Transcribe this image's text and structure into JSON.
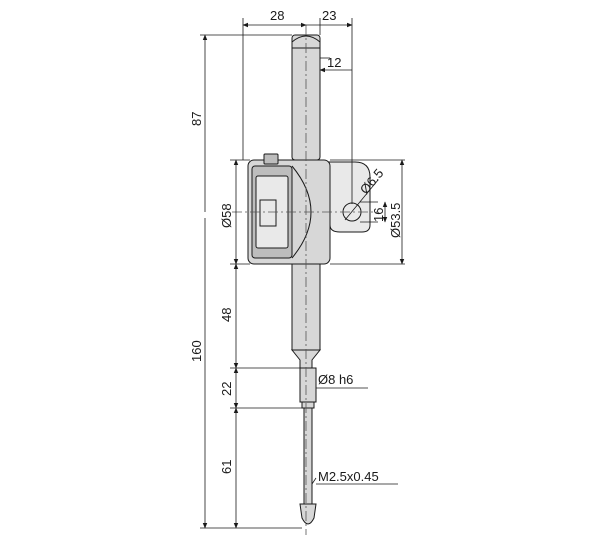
{
  "dimensions": {
    "top_left_width": "28",
    "top_right_width": "23",
    "stem_offset": "12",
    "overall_top_height": "87",
    "dial_diameter": "Ø58",
    "lug_hole": "Ø6.5",
    "lug_height": "16",
    "back_diameter": "Ø53.5",
    "lower_body_height": "48",
    "overall_height": "160",
    "spindle_section": "22",
    "spindle_diameter": "Ø8 h6",
    "contact_length": "61",
    "thread": "M2.5x0.45"
  }
}
